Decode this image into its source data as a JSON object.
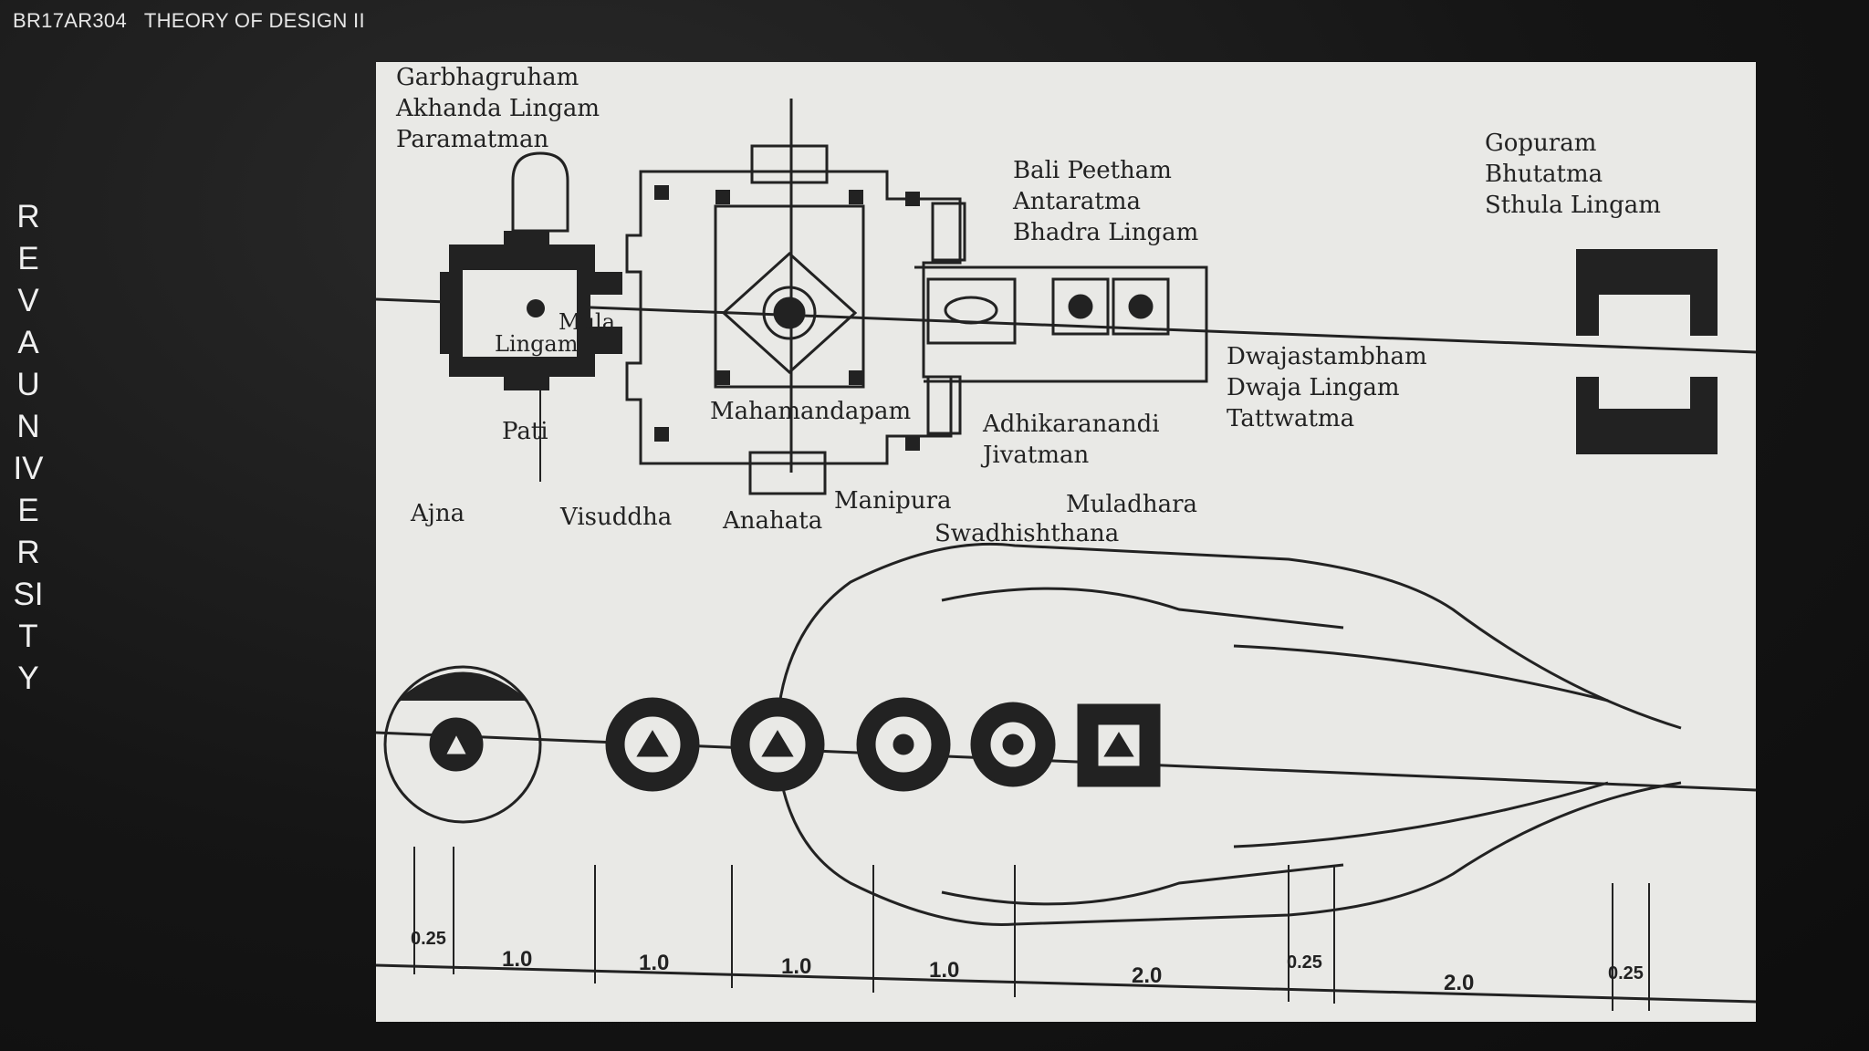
{
  "header": {
    "course": "BR17AR304   THEORY OF DESIGN II"
  },
  "side": {
    "university": "REVAUNIVERSITY"
  },
  "diagram": {
    "labels": {
      "garbhagruham": "Garbhagruham",
      "akhanda": "Akhanda Lingam",
      "paramatman": "Paramatman",
      "mula": "Mula",
      "lingam": "Lingam",
      "pati": "Pati",
      "mahamandapam": "Mahamandapam",
      "bali": "Bali Peetham",
      "antaratma": "Antaratma",
      "bhadra": "Bhadra Lingam",
      "adhikaranandi": "Adhikaranandi",
      "jivatman": "Jivatman",
      "dwajastambham": "Dwajastambham",
      "dwaja": "Dwaja Lingam",
      "tattwatma": "Tattwatma",
      "gopuram": "Gopuram",
      "bhutatma": "Bhutatma",
      "sthula": "Sthula Lingam",
      "ajna": "Ajna",
      "visuddha": "Visuddha",
      "anahata": "Anahata",
      "manipura": "Manipura",
      "swadhishthana": "Swadhishthana",
      "muladhara": "Muladhara"
    },
    "dimensions": [
      "0.25",
      "1.0",
      "1.0",
      "1.0",
      "1.0",
      "2.0",
      "0.25",
      "2.0",
      "0.25"
    ]
  }
}
